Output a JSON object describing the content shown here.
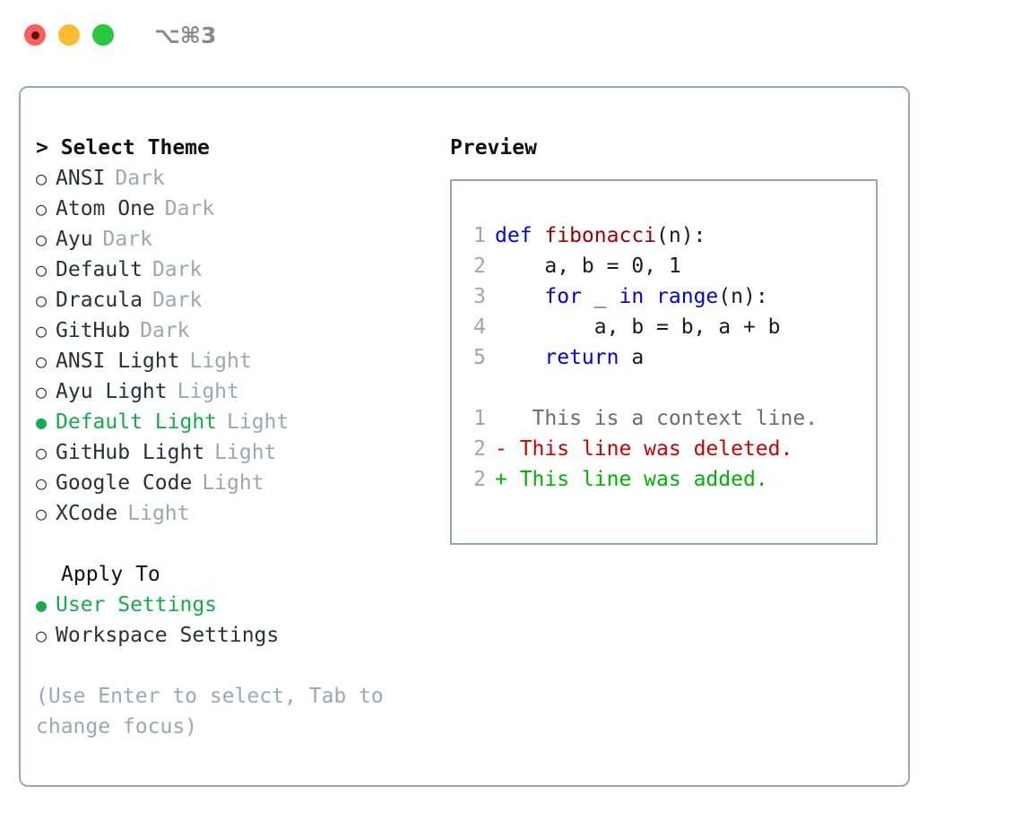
{
  "window": {
    "shortcut_label": "⌥⌘3",
    "controls": [
      {
        "name": "close",
        "color": "#fb5f57"
      },
      {
        "name": "minimize",
        "color": "#fbbd2e"
      },
      {
        "name": "maximize",
        "color": "#27c93f"
      }
    ]
  },
  "theme_panel": {
    "heading": "> Select Theme",
    "selected_bullet": "●",
    "unselected_bullet": "○",
    "accent_color": "#13ab4b",
    "items": [
      {
        "bullet": "○",
        "label": "ANSI",
        "tag": "Dark",
        "selected": false
      },
      {
        "bullet": "○",
        "label": "Atom One",
        "tag": "Dark",
        "selected": false
      },
      {
        "bullet": "○",
        "label": "Ayu",
        "tag": "Dark",
        "selected": false
      },
      {
        "bullet": "○",
        "label": "Default",
        "tag": "Dark",
        "selected": false
      },
      {
        "bullet": "○",
        "label": "Dracula",
        "tag": "Dark",
        "selected": false
      },
      {
        "bullet": "○",
        "label": "GitHub",
        "tag": "Dark",
        "selected": false
      },
      {
        "bullet": "○",
        "label": "ANSI Light",
        "tag": "Light",
        "selected": false
      },
      {
        "bullet": "○",
        "label": "Ayu Light",
        "tag": "Light",
        "selected": false
      },
      {
        "bullet": "●",
        "label": "Default Light",
        "tag": "Light",
        "selected": true
      },
      {
        "bullet": "○",
        "label": "GitHub Light",
        "tag": "Light",
        "selected": false
      },
      {
        "bullet": "○",
        "label": "Google Code",
        "tag": "Light",
        "selected": false
      },
      {
        "bullet": "○",
        "label": "XCode",
        "tag": "Light",
        "selected": false
      }
    ]
  },
  "apply_to": {
    "heading": "Apply To",
    "items": [
      {
        "bullet": "●",
        "label": "User Settings",
        "selected": true
      },
      {
        "bullet": "○",
        "label": "Workspace Settings",
        "selected": false
      }
    ]
  },
  "hint": "(Use Enter to select, Tab to change focus)",
  "preview": {
    "heading": "Preview",
    "code_lines": [
      {
        "no": "1",
        "tokens": [
          {
            "t": "def ",
            "c": "kw"
          },
          {
            "t": "fibonacci",
            "c": "fn"
          },
          {
            "t": "(n):",
            "c": "plain"
          }
        ]
      },
      {
        "no": "2",
        "tokens": [
          {
            "t": "    a, b = 0, 1",
            "c": "plain"
          }
        ]
      },
      {
        "no": "3",
        "tokens": [
          {
            "t": "    ",
            "c": "plain"
          },
          {
            "t": "for",
            "c": "kw"
          },
          {
            "t": " _ ",
            "c": "plain"
          },
          {
            "t": "in",
            "c": "kw"
          },
          {
            "t": " ",
            "c": "plain"
          },
          {
            "t": "range",
            "c": "kw"
          },
          {
            "t": "(n):",
            "c": "plain"
          }
        ]
      },
      {
        "no": "4",
        "tokens": [
          {
            "t": "        a, b = b, a + b",
            "c": "plain"
          }
        ]
      },
      {
        "no": "5",
        "tokens": [
          {
            "t": "    ",
            "c": "plain"
          },
          {
            "t": "return",
            "c": "kw"
          },
          {
            "t": " a",
            "c": "plain"
          }
        ]
      }
    ],
    "diff_lines": [
      {
        "no": "1",
        "marker": " ",
        "text": "  This is a context line.",
        "kind": "ctx"
      },
      {
        "no": "2",
        "marker": "-",
        "text": " This line was deleted.",
        "kind": "del"
      },
      {
        "no": "2",
        "marker": "+",
        "text": " This line was added.",
        "kind": "add"
      }
    ]
  }
}
